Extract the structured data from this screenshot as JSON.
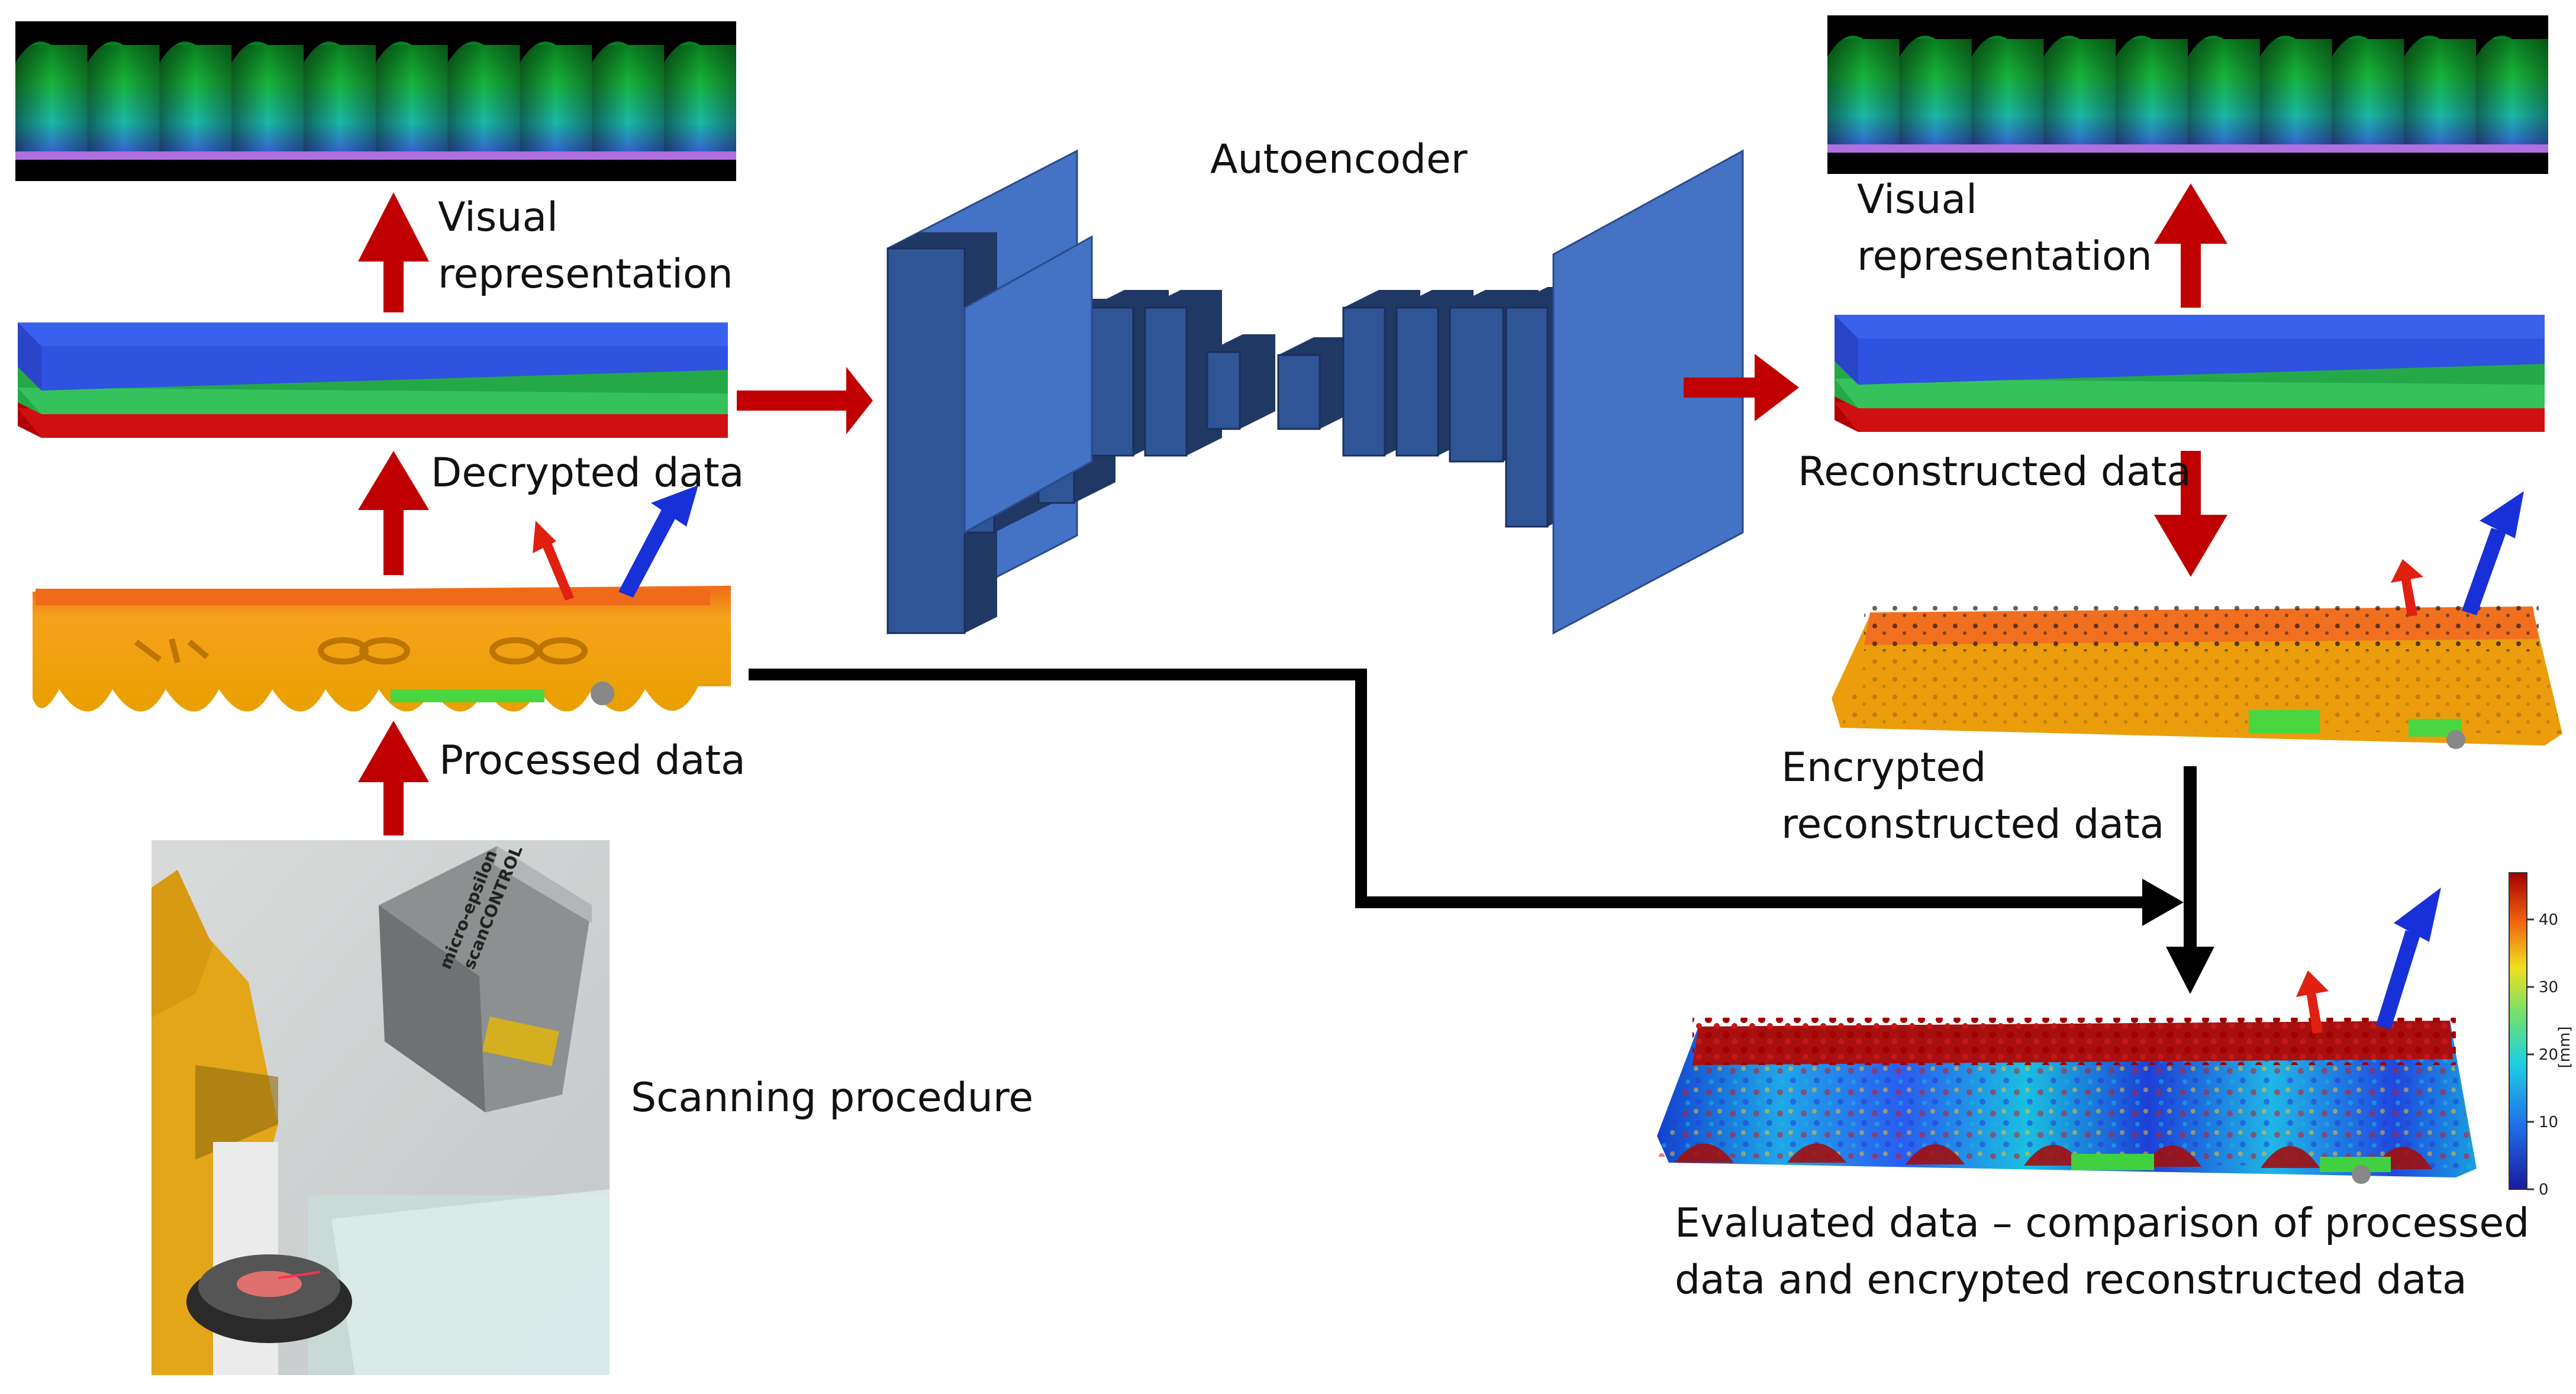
{
  "labels": {
    "visual_left_1": "Visual",
    "visual_left_2": "representation",
    "decrypted": "Decrypted data",
    "processed": "Processed data",
    "scanning": "Scanning procedure",
    "autoencoder": "Autoencoder",
    "visual_right_1": "Visual",
    "visual_right_2": "representation",
    "reconstructed": "Reconstructed data",
    "encrypted_1": "Encrypted",
    "encrypted_2": "reconstructed data",
    "evaluated_1": "Evaluated data – comparison of processed",
    "evaluated_2": "data and encrypted reconstructed data"
  },
  "colorbar": {
    "ticks": [
      "0",
      "10",
      "20",
      "30",
      "40"
    ],
    "unit": "[mm]"
  },
  "scanner": {
    "brand_1": "micro-epsilon",
    "brand_2": "scanCONTROL"
  },
  "colors": {
    "arrow_red": "#c00000",
    "arrow_black": "#000000",
    "layer_blue": "#2f52e0",
    "layer_green": "#35c25c",
    "layer_red": "#d01010",
    "ae_front": "#4472c4",
    "ae_side": "#2f5597",
    "ae_dark": "#1f3864",
    "scan_orange": "#f2a116"
  }
}
